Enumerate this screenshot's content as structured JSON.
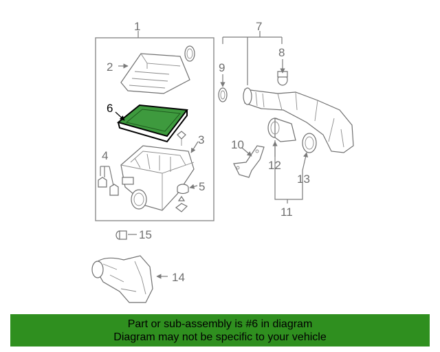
{
  "diagram": {
    "highlight_color": "#3e9a3e",
    "callouts": [
      "1",
      "2",
      "3",
      "4",
      "5",
      "6",
      "7",
      "8",
      "9",
      "10",
      "11",
      "12",
      "13",
      "14",
      "15"
    ]
  },
  "banner": {
    "line1": "Part or sub-assembly is #6 in diagram",
    "line2": "Diagram may not be specific to your vehicle",
    "background": "#2f8f1f"
  }
}
